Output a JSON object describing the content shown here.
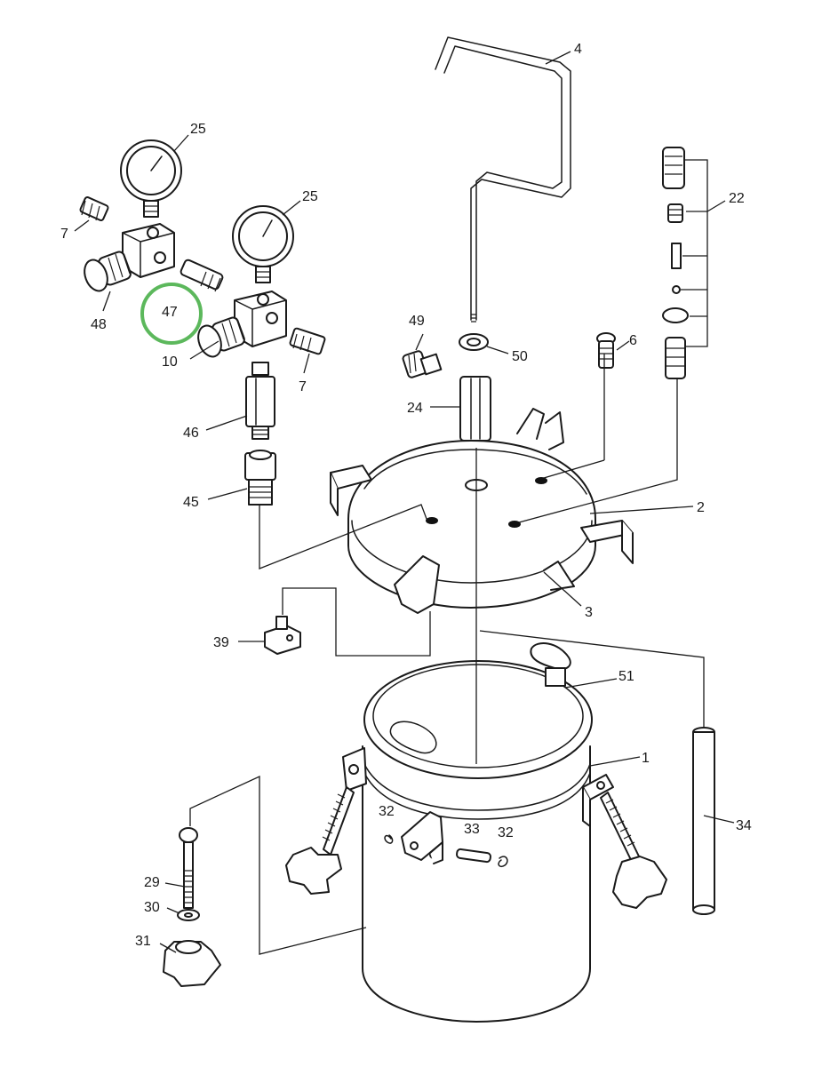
{
  "diagram": {
    "highlight_color": "#5cb85c",
    "line_color": "#1a1a1a",
    "callouts": {
      "c1": "1",
      "c2": "2",
      "c3": "3",
      "c4": "4",
      "c6": "6",
      "c7a": "7",
      "c7b": "7",
      "c10": "10",
      "c22": "22",
      "c24": "24",
      "c25a": "25",
      "c25b": "25",
      "c29": "29",
      "c30": "30",
      "c31": "31",
      "c32a": "32",
      "c32b": "32",
      "c33": "33",
      "c34": "34",
      "c39": "39",
      "c45": "45",
      "c46": "46",
      "c47": "47",
      "c48": "48",
      "c49": "49",
      "c50": "50",
      "c51": "51"
    }
  }
}
